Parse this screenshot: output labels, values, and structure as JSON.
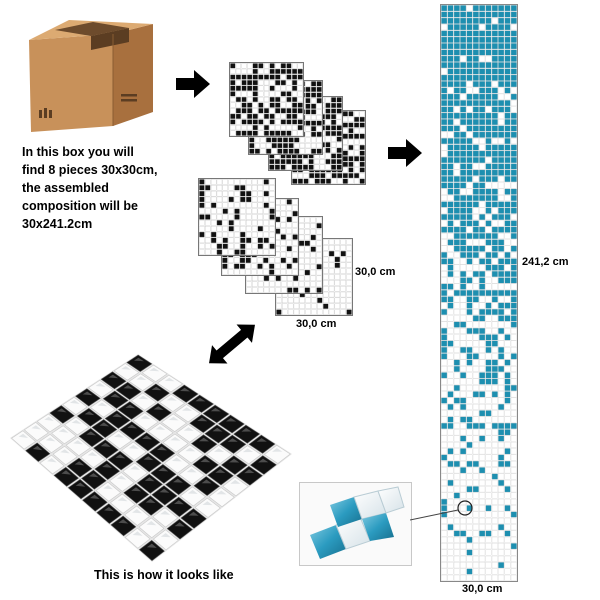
{
  "description_text": [
    "In this box you will",
    "find 8 pieces 30x30cm,",
    "the assembled",
    "composition will be",
    "30x241.2cm"
  ],
  "dimensions": {
    "piece_height": "30,0 cm",
    "piece_width": "30,0 cm",
    "strip_height": "241,2 cm",
    "strip_width": "30,0 cm"
  },
  "caption": "This is how it looks like",
  "icons": {
    "box": "cardboard-box-icon",
    "arrow_right": "arrow-right-icon",
    "arrow_double": "double-arrow-icon"
  },
  "colors": {
    "teal": "#1d8fb0",
    "black": "#111111",
    "white": "#ffffff",
    "cardboard": "#c89660"
  },
  "pieces_count": 8,
  "composition": {
    "width_cm": 30,
    "height_cm": 241.2
  }
}
